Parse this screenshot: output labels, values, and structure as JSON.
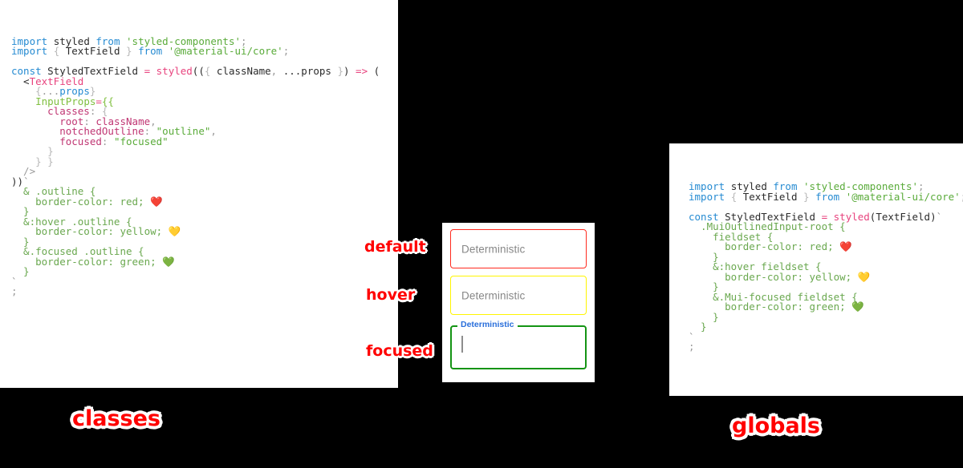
{
  "background_color": "#000000",
  "accent_colors": {
    "label_red": "#ff0000",
    "border_default_red": "#ff2b1f",
    "border_hover_yellow": "#fff500",
    "border_focused_green": "#149414",
    "notch_label_blue": "#2a6fdb",
    "panel_white": "#ffffff"
  },
  "left_panel": {
    "caption": "classes",
    "code_lines": [
      [
        {
          "t": "import ",
          "c": "key"
        },
        {
          "t": "styled ",
          "c": "plain"
        },
        {
          "t": "from ",
          "c": "key"
        },
        {
          "t": "'styled-components'",
          "c": "str"
        },
        {
          "t": ";",
          "c": "dim"
        }
      ],
      [
        {
          "t": "import ",
          "c": "key"
        },
        {
          "t": "{ ",
          "c": "punc"
        },
        {
          "t": "TextField",
          "c": "plain"
        },
        {
          "t": " } ",
          "c": "punc"
        },
        {
          "t": "from ",
          "c": "key"
        },
        {
          "t": "'@material-ui/core'",
          "c": "str"
        },
        {
          "t": ";",
          "c": "dim"
        }
      ],
      [],
      [
        {
          "t": "const ",
          "c": "key"
        },
        {
          "t": "StyledTextField ",
          "c": "plain"
        },
        {
          "t": "= ",
          "c": "op"
        },
        {
          "t": "styled",
          "c": "fn"
        },
        {
          "t": "((",
          "c": "plain"
        },
        {
          "t": "{ ",
          "c": "punc"
        },
        {
          "t": "className",
          "c": "plain"
        },
        {
          "t": ", ",
          "c": "dim"
        },
        {
          "t": "...",
          "c": "plain"
        },
        {
          "t": "props ",
          "c": "plain"
        },
        {
          "t": "}",
          "c": "punc"
        },
        {
          "t": ") ",
          "c": "plain"
        },
        {
          "t": "=> ",
          "c": "op"
        },
        {
          "t": "(",
          "c": "plain"
        }
      ],
      [
        {
          "t": "  <",
          "c": "plain"
        },
        {
          "t": "TextField",
          "c": "fn"
        }
      ],
      [
        {
          "t": "    {",
          "c": "punc"
        },
        {
          "t": "...",
          "c": "dim"
        },
        {
          "t": "props",
          "c": "key"
        },
        {
          "t": "}",
          "c": "punc"
        }
      ],
      [
        {
          "t": "    ",
          "c": "plain"
        },
        {
          "t": "InputProps",
          "c": "prop"
        },
        {
          "t": "=",
          "c": "op"
        },
        {
          "t": "{{",
          "c": "prop"
        }
      ],
      [
        {
          "t": "      ",
          "c": "plain"
        },
        {
          "t": "classes",
          "c": "mag"
        },
        {
          "t": ": ",
          "c": "dim"
        },
        {
          "t": "{",
          "c": "punc"
        }
      ],
      [
        {
          "t": "        ",
          "c": "plain"
        },
        {
          "t": "root",
          "c": "mag"
        },
        {
          "t": ": ",
          "c": "dim"
        },
        {
          "t": "className",
          "c": "mag"
        },
        {
          "t": ",",
          "c": "dim"
        }
      ],
      [
        {
          "t": "        ",
          "c": "plain"
        },
        {
          "t": "notchedOutline",
          "c": "mag"
        },
        {
          "t": ": ",
          "c": "dim"
        },
        {
          "t": "\"outline\"",
          "c": "str"
        },
        {
          "t": ",",
          "c": "dim"
        }
      ],
      [
        {
          "t": "        ",
          "c": "plain"
        },
        {
          "t": "focused",
          "c": "mag"
        },
        {
          "t": ": ",
          "c": "dim"
        },
        {
          "t": "\"focused\"",
          "c": "str"
        }
      ],
      [
        {
          "t": "      }",
          "c": "punc"
        }
      ],
      [
        {
          "t": "    } }",
          "c": "punc"
        }
      ],
      [
        {
          "t": "  />",
          "c": "dim"
        }
      ],
      [
        {
          "t": "))",
          "c": "plain"
        },
        {
          "t": "`",
          "c": "tick"
        }
      ],
      [
        {
          "t": "  & .outline {",
          "c": "css"
        }
      ],
      [
        {
          "t": "    border-color: red; ",
          "c": "css"
        },
        {
          "t": "❤️",
          "c": "emoji"
        }
      ],
      [
        {
          "t": "  }",
          "c": "css"
        }
      ],
      [
        {
          "t": "  &:hover .outline {",
          "c": "css"
        }
      ],
      [
        {
          "t": "    border-color: yellow; ",
          "c": "css"
        },
        {
          "t": "💛",
          "c": "emoji"
        }
      ],
      [
        {
          "t": "  }",
          "c": "css"
        }
      ],
      [
        {
          "t": "  &.focused .outline {",
          "c": "css"
        }
      ],
      [
        {
          "t": "    border-color: green; ",
          "c": "css"
        },
        {
          "t": "💚",
          "c": "emoji"
        }
      ],
      [
        {
          "t": "  }",
          "c": "css"
        }
      ],
      [
        {
          "t": "`",
          "c": "tick"
        }
      ],
      [
        {
          "t": ";",
          "c": "dim"
        }
      ]
    ]
  },
  "right_panel": {
    "caption": "globals",
    "code_lines": [
      [
        {
          "t": "import ",
          "c": "key"
        },
        {
          "t": "styled ",
          "c": "plain"
        },
        {
          "t": "from ",
          "c": "key"
        },
        {
          "t": "'styled-components'",
          "c": "str"
        },
        {
          "t": ";",
          "c": "dim"
        }
      ],
      [
        {
          "t": "import ",
          "c": "key"
        },
        {
          "t": "{ ",
          "c": "punc"
        },
        {
          "t": "TextField",
          "c": "plain"
        },
        {
          "t": " } ",
          "c": "punc"
        },
        {
          "t": "from ",
          "c": "key"
        },
        {
          "t": "'@material-ui/core'",
          "c": "str"
        },
        {
          "t": ";",
          "c": "dim"
        }
      ],
      [],
      [
        {
          "t": "const ",
          "c": "key"
        },
        {
          "t": "StyledTextField ",
          "c": "plain"
        },
        {
          "t": "= ",
          "c": "op"
        },
        {
          "t": "styled",
          "c": "fn"
        },
        {
          "t": "(",
          "c": "plain"
        },
        {
          "t": "TextField",
          "c": "plain"
        },
        {
          "t": ")",
          "c": "plain"
        },
        {
          "t": "`",
          "c": "tick"
        }
      ],
      [
        {
          "t": "  .MuiOutlinedInput-root {",
          "c": "css"
        }
      ],
      [
        {
          "t": "    fieldset {",
          "c": "css"
        }
      ],
      [
        {
          "t": "      border-color: red; ",
          "c": "css"
        },
        {
          "t": "❤️",
          "c": "emoji"
        }
      ],
      [
        {
          "t": "    }",
          "c": "css"
        }
      ],
      [
        {
          "t": "    &:hover fieldset {",
          "c": "css"
        }
      ],
      [
        {
          "t": "      border-color: yellow; ",
          "c": "css"
        },
        {
          "t": "💛",
          "c": "emoji"
        }
      ],
      [
        {
          "t": "    }",
          "c": "css"
        }
      ],
      [
        {
          "t": "    &.Mui-focused fieldset {",
          "c": "css"
        }
      ],
      [
        {
          "t": "      border-color: green; ",
          "c": "css"
        },
        {
          "t": "💚",
          "c": "emoji"
        }
      ],
      [
        {
          "t": "    }",
          "c": "css"
        }
      ],
      [
        {
          "t": "  }",
          "c": "css"
        }
      ],
      [
        {
          "t": "`",
          "c": "tick"
        }
      ],
      [
        {
          "t": ";",
          "c": "dim"
        }
      ]
    ]
  },
  "center_panel": {
    "state_labels": {
      "default": "default",
      "hover": "hover",
      "focused": "focused"
    },
    "fields": {
      "default": {
        "text": "Deterministic",
        "border_color": "#ff2b1f"
      },
      "hover": {
        "text": "Deterministic",
        "border_color": "#fff500"
      },
      "focused": {
        "label": "Deterministic",
        "value": "",
        "border_color": "#149414"
      }
    }
  }
}
